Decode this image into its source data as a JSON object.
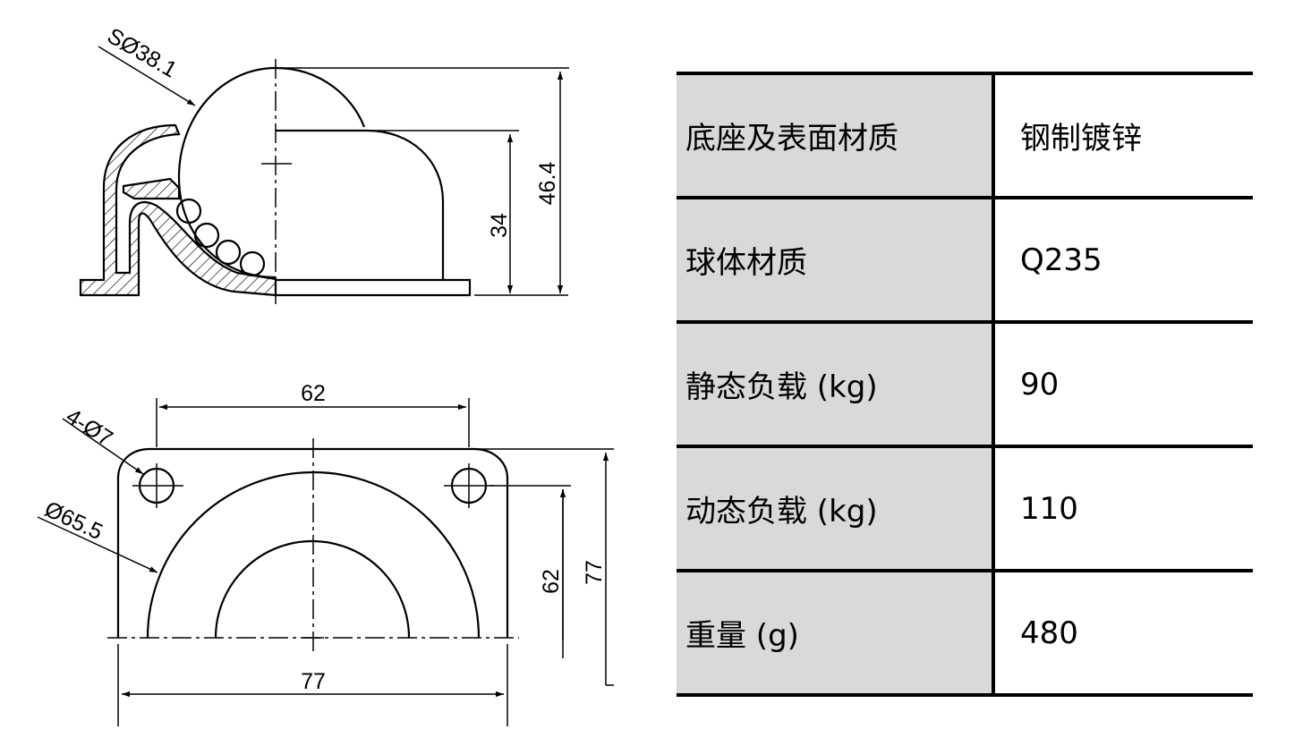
{
  "drawing": {
    "side_view": {
      "ball_dia": "SØ38.1",
      "height_body": "34",
      "height_total": "46.4"
    },
    "top_view": {
      "hole_spacing": "62",
      "holes": "4-Ø7",
      "outer_dia": "Ø65.5",
      "depth_62": "62",
      "depth_77": "77",
      "width_77": "77"
    }
  },
  "spec_table": {
    "rows": [
      {
        "label": "底座及表面材质",
        "value": "钢制镀锌"
      },
      {
        "label": "球体材质",
        "value": "Q235"
      },
      {
        "label": "静态负载 (kg)",
        "value": "90"
      },
      {
        "label": "动态负载 (kg)",
        "value": "110"
      },
      {
        "label": "重量 (g)",
        "value": "480"
      }
    ]
  }
}
